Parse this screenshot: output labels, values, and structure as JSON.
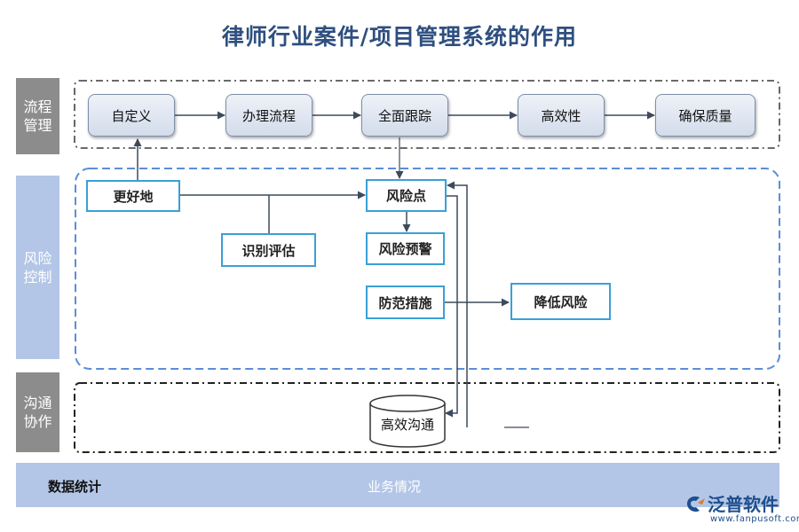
{
  "title": "律师行业案件/项目管理系统的作用",
  "sections": {
    "process": "流程管理",
    "risk": "风险控制",
    "communication": "沟通协作"
  },
  "process_flow": [
    "自定义",
    "办理流程",
    "全面跟踪",
    "高效性",
    "确保质量"
  ],
  "risk_nodes": {
    "better": "更好地",
    "identify": "识别评估",
    "risk_point": "风险点",
    "risk_warning": "风险预警",
    "prevention": "防范措施",
    "reduce": "降低风险"
  },
  "communication_node": "高效沟通",
  "stats": {
    "label": "数据统计",
    "sub": "业务情况"
  },
  "logo": {
    "name": "泛普软件",
    "url": "www.fanpusoft.com"
  },
  "colors": {
    "title": "#2f4f7f",
    "section_gray": "#8c8c8c",
    "section_blue": "#b3c6e7",
    "risk_border": "#3aa0d6",
    "arrow": "#3d4a5c"
  }
}
